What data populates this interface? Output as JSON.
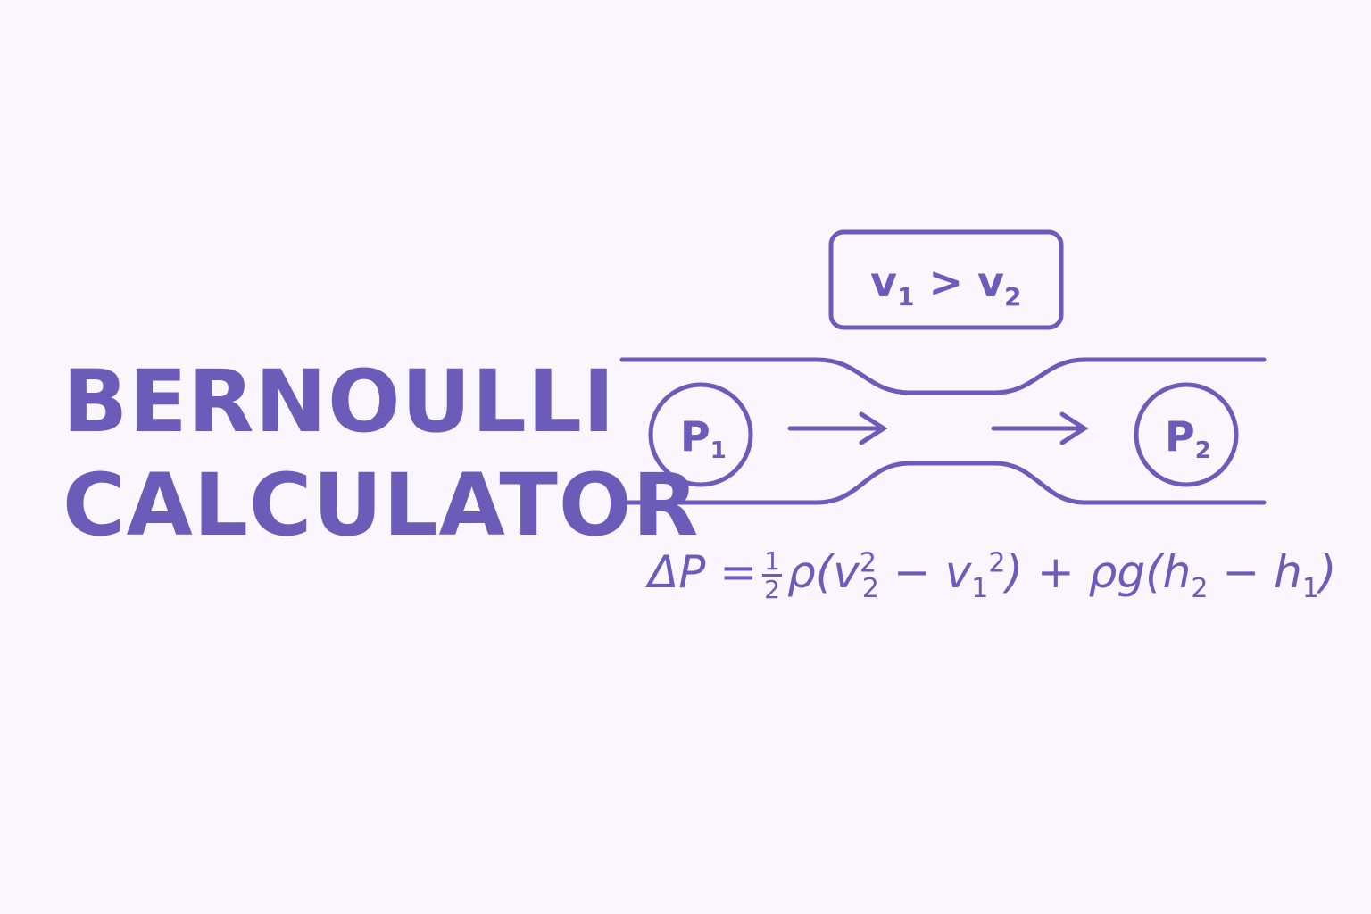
{
  "title": {
    "line1": "BERNOULLI",
    "line2": "CALCULATOR"
  },
  "diagram": {
    "velocity_relation": {
      "v": "v",
      "sub1": "1",
      "op": ">",
      "sub2": "2"
    },
    "point1": {
      "label": "P",
      "sub": "1"
    },
    "point2": {
      "label": "P",
      "sub": "2"
    },
    "flow_direction": "left-to-right"
  },
  "equation": {
    "lhs": "ΔP =",
    "frac_num": "1",
    "frac_den": "2",
    "part1": "ρ(v",
    "sub_a": "2",
    "sup_a": "2",
    "part2": " − v",
    "sub_b": "1",
    "sup_b": "2",
    "part3": ") + ρg(h",
    "sub_c": "2",
    "part4": " − h",
    "sub_d": "1",
    "part5": ")"
  },
  "colors": {
    "accent": "#6a5cb8",
    "background": "#f9f7fd"
  }
}
